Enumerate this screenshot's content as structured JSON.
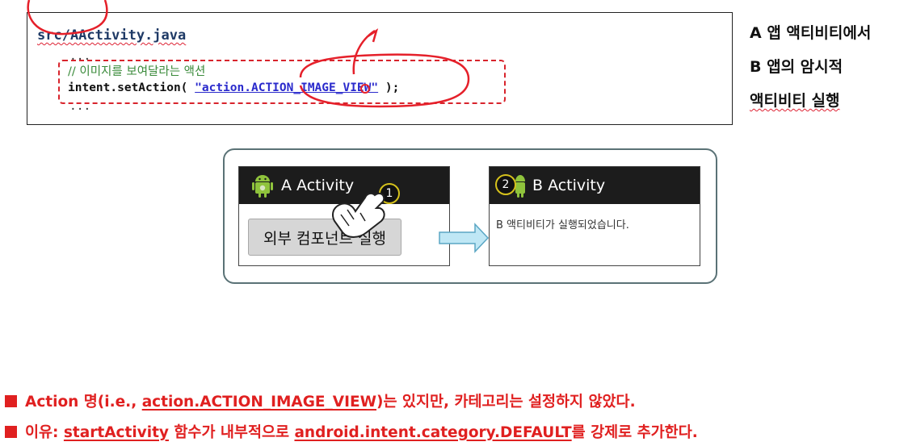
{
  "code": {
    "file": "src/AActivity.java",
    "ellipsis_top": "...",
    "comment": "// 이미지를 보여달라는 액션",
    "intent_prefix": "intent.setAction( ",
    "intent_string": "\"action.ACTION_IMAGE_VIEW\"",
    "intent_suffix": " );",
    "ellipsis_bottom": "..."
  },
  "side_note": {
    "line1": "A 앱 액티비티에서",
    "line2": "B 앱의 암시적",
    "line3": "액티비티 실행"
  },
  "flow": {
    "a_title": "A Activity",
    "a_button": "외부 컴포넌트 실행",
    "step1": "1",
    "step2": "2",
    "b_title": "B Activity",
    "b_text": "B 액티비티가 실행되었습니다."
  },
  "notes": {
    "n1_a": "Action 명(i.e., ",
    "n1_u": "action.ACTION_IMAGE_VIEW",
    "n1_b": ")는 있지만, 카테고리는 설정하지 않았다.",
    "n2_a": "이유: ",
    "n2_u1": "startActivity",
    "n2_b": " 함수가 내부적으로 ",
    "n2_u2": "android.intent.category.DEFAULT",
    "n2_c": "를 강제로 추가한다."
  },
  "colors": {
    "accent_red": "#e02020",
    "pen_red": "#e5202a",
    "code_blue": "#2a2acc",
    "frame_teal": "#5a7276"
  }
}
